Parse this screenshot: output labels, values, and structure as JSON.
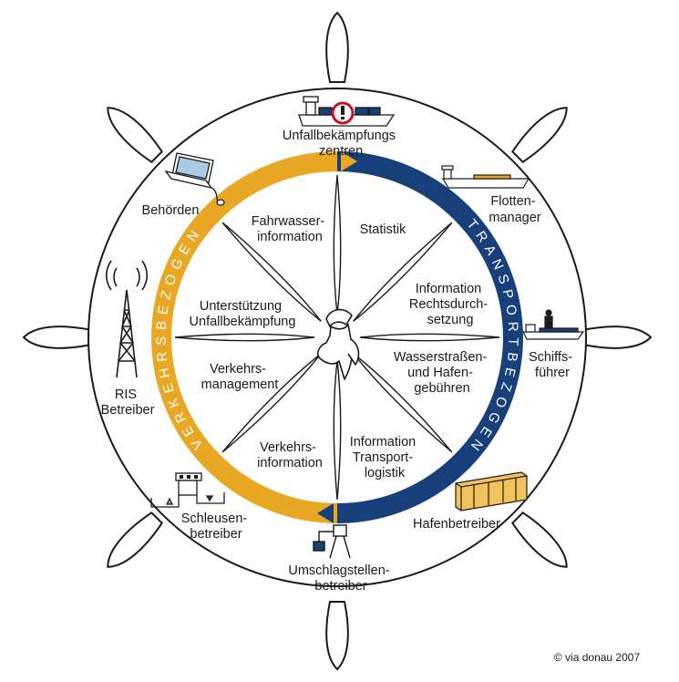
{
  "ring": {
    "left_text": "VERKEHRSBEZOGEN",
    "right_text": "TRANSPORTBEZOGEN",
    "colors": {
      "left": "#E9A823",
      "right": "#173F7A"
    }
  },
  "inner_labels": {
    "fahrwasser": [
      "Fahrwasser-",
      "information"
    ],
    "statistik": [
      "Statistik"
    ],
    "unterstuetzung": [
      "Unterstützung",
      "Unfallbekämpfung"
    ],
    "rechtsdurchsetzung": [
      "Information",
      "Rechtsdurch-",
      "setzung"
    ],
    "verkehrsmanagement": [
      "Verkehrs-",
      "management"
    ],
    "wasserstrassen": [
      "Wasserstraßen-",
      "und Hafen-",
      "gebühren"
    ],
    "verkehrsinformation": [
      "Verkehrs-",
      "information"
    ],
    "transportlogistik": [
      "Information",
      "Transport-",
      "logistik"
    ]
  },
  "outer_labels": {
    "unfall": [
      "Unfallbekämpfungs",
      "zentren"
    ],
    "behoerden": [
      "Behörden"
    ],
    "flotten": [
      "Flotten-",
      "manager"
    ],
    "ris": [
      "RIS",
      "Betreiber"
    ],
    "schiffs": [
      "Schiffs-",
      "führer"
    ],
    "schleusen": [
      "Schleusen-",
      "betreiber"
    ],
    "hafen": [
      "Hafenbetreiber"
    ],
    "umschlag": [
      "Umschlagstellen-",
      "betreiber"
    ]
  },
  "copyright": "© via donau 2007",
  "icons": [
    "ship-alert-icon",
    "computer-icon",
    "barge-icon",
    "antenna-tower-icon",
    "ship-captain-icon",
    "lock-icon",
    "warehouse-icon",
    "crane-icon",
    "helmsman-icon"
  ]
}
